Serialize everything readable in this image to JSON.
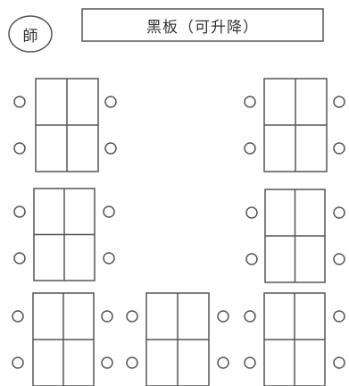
{
  "teacher": {
    "label": "師"
  },
  "blackboard": {
    "label": "黑板（可升降）"
  },
  "colors": {
    "stroke": "#555555",
    "background": "#ffffff",
    "text": "#333333"
  },
  "desk_groups": [
    {
      "id": "left-row-1",
      "seats": 4
    },
    {
      "id": "right-row-1",
      "seats": 4
    },
    {
      "id": "left-row-2",
      "seats": 4
    },
    {
      "id": "right-row-2",
      "seats": 4
    },
    {
      "id": "left-row-3",
      "seats": 4
    },
    {
      "id": "center-row-3",
      "seats": 4
    },
    {
      "id": "right-row-3",
      "seats": 4
    }
  ]
}
